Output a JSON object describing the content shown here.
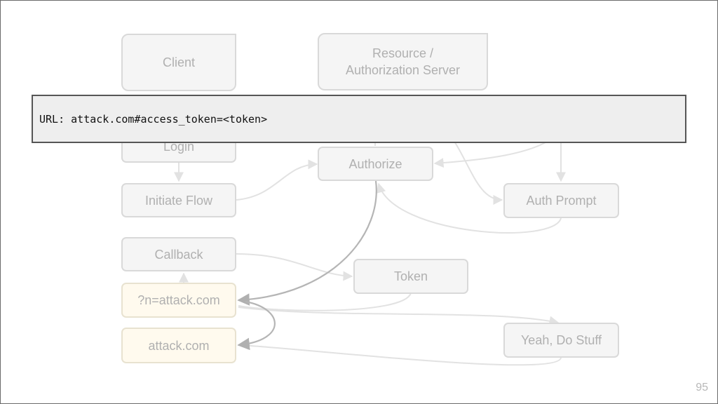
{
  "nodes": {
    "client": "Client",
    "resource_server": "Resource /\nAuthorization Server",
    "login": "Login",
    "initiate_flow": "Initiate Flow",
    "authorize": "Authorize",
    "auth_prompt": "Auth Prompt",
    "callback": "Callback",
    "token": "Token",
    "redirect_param": "?n=attack.com",
    "attack_site": "attack.com",
    "yeah_do_stuff": "Yeah, Do Stuff"
  },
  "url_bar": {
    "text": "URL: attack.com#access_token=<token>"
  },
  "page_number": "95",
  "colors": {
    "node_fill": "#f5f5f5",
    "node_border": "#d9d9d9",
    "node_text": "#b0b0b0",
    "attack_fill": "#fffaee",
    "faded_edge": "#e2e2e2",
    "highlight_edge": "#b5b5b5",
    "url_border": "#555555"
  }
}
